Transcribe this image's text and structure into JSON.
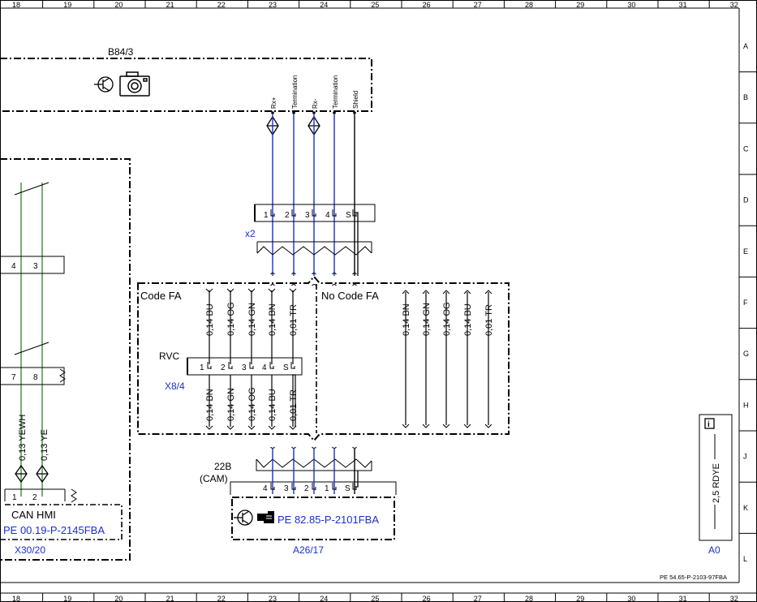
{
  "ruler": {
    "columns": [
      "18",
      "19",
      "20",
      "21",
      "22",
      "23",
      "24",
      "25",
      "26",
      "27",
      "28",
      "29",
      "30",
      "31",
      "32"
    ],
    "rows": [
      "A",
      "B",
      "C",
      "D",
      "E",
      "F",
      "G",
      "H",
      "J",
      "K",
      "L"
    ]
  },
  "camera_module": {
    "id": "B84/3",
    "pins": [
      "Rx+",
      "Termination",
      "Rx-",
      "Termination",
      "Shield"
    ]
  },
  "connector_x2": {
    "id": "x2",
    "pins": [
      "1",
      "2",
      "3",
      "4",
      "S"
    ]
  },
  "can_hmi_module": {
    "id": "X30/20",
    "title": "CAN HMI",
    "ref": "PE 00.19-P-2145FBA",
    "upper_pins": [
      "4",
      "3"
    ],
    "middle_pins": [
      "7",
      "8"
    ],
    "lower_pins": [
      "1",
      "2"
    ],
    "wires": [
      "0,13 YEWH",
      "0,13 YE"
    ]
  },
  "option_code_fa": {
    "label": "Code FA",
    "wires_top": [
      "0,14 BU",
      "0,14 OG",
      "0,14 GN",
      "0,14 BN",
      "0,01 TR"
    ],
    "wires_bottom": [
      "0,14 BN",
      "0,14 GN",
      "0,14 OG",
      "0,14 BU",
      "0,01 TR"
    ],
    "connector_name": "RVC",
    "connector_id": "X8/4",
    "connector_pins": [
      "1",
      "2",
      "3",
      "4",
      "S"
    ]
  },
  "option_no_code_fa": {
    "label": "No Code FA",
    "wires": [
      "0,14 BN",
      "0,14 GN",
      "0,14 OG",
      "0,14 BU",
      "0,01 TR"
    ]
  },
  "camera_control_unit": {
    "id": "A26/17",
    "connector_line1": "22B",
    "connector_line2": "(CAM)",
    "pins": [
      "4",
      "3",
      "2",
      "1",
      "S"
    ],
    "ref": "PE 82.85-P-2101FBA"
  },
  "info_box": {
    "wire": "2,5 RDYE",
    "id": "A0",
    "icon_letter": "i"
  },
  "footer": {
    "doc_ref": "PE 54.65-P-2103-97FBA"
  },
  "colors": {
    "can_wire": "#1a2fd0",
    "ground_wire": "#3d8a3d",
    "reference_text": "#1a2fd0",
    "lines": "#000000"
  }
}
